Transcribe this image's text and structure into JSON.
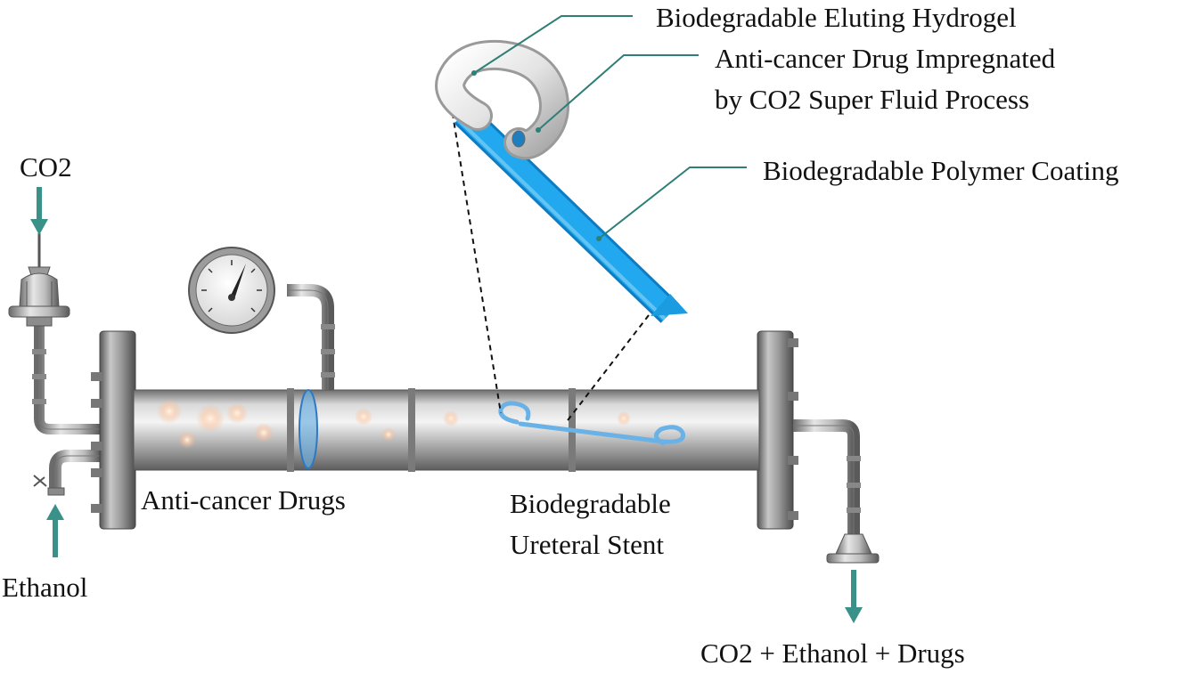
{
  "labels": {
    "hydrogel": "Biodegradable Eluting Hydrogel",
    "impregnated_line1": "Anti-cancer Drug Impregnated",
    "impregnated_line2": "by CO2 Super Fluid Process",
    "polymer_coating": "Biodegradable Polymer Coating",
    "co2_in": "CO2",
    "ethanol_in": "Ethanol",
    "anticancer_drugs": "Anti-cancer Drugs",
    "stent_line1": "Biodegradable",
    "stent_line2": "Ureteral Stent",
    "outlet": "CO2 + Ethanol + Drugs"
  },
  "colors": {
    "arrow": "#3a9189",
    "leader_line": "#2f7f78",
    "stent_blue": "#1ea3e6",
    "hydrogel_gray": "#dedede",
    "vessel_steel": "#9b9b9b"
  }
}
